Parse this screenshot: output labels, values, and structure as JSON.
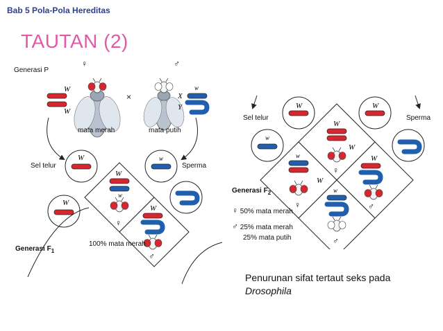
{
  "header": {
    "chapter": "Bab 5 Pola-Pola Hereditas",
    "title": "TAUTAN (2)"
  },
  "left_panel": {
    "generation_p": "Generasi P",
    "female_symbol": "♀",
    "male_symbol": "♂",
    "cross_symbol": "×",
    "allele_dominant": "W",
    "allele_recessive": "w",
    "x_chrom": "X",
    "y_chrom": "Y",
    "female_phenotype": "mata merah",
    "male_phenotype": "mata putih",
    "egg_label": "Sel telur",
    "sperm_label": "Sperma",
    "generation_f1": "Generasi F",
    "f1_sub": "1",
    "f1_result": "100% mata merah"
  },
  "right_panel": {
    "egg_label": "Sel telur",
    "sperm_label": "Sperma",
    "generation_f2": "Generasi F",
    "f2_sub": "2",
    "female_symbol": "♀",
    "male_symbol": "♂",
    "result_female": "50% mata merah",
    "result_male_red": "25% mata merah",
    "result_male_white": "25% mata putih"
  },
  "caption": {
    "text": "Penurunan sifat tertaut seks pada ",
    "species": "Drosophila"
  },
  "colors": {
    "red": "#d8262e",
    "blue": "#1f5fae",
    "title": "#e05aa5",
    "chapter": "#2f3f8f"
  }
}
